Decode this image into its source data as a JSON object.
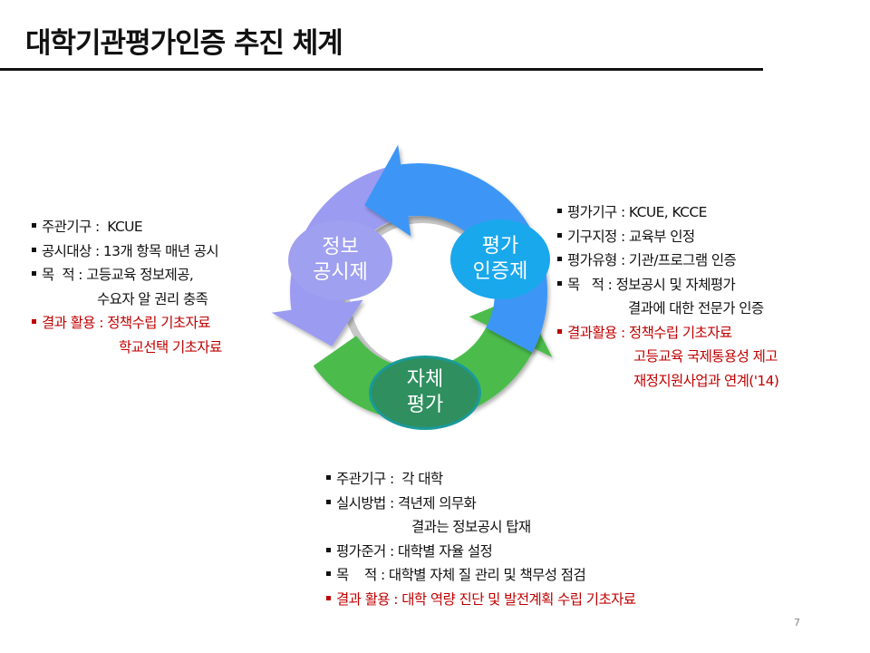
{
  "title": "대학기관평가인증 추진 체계",
  "colors": {
    "purple": "#9b9bf2",
    "blue": "#3d96f5",
    "green": "#4cbc4c",
    "oval_purple": "#a0a0f0",
    "oval_blue": "#1aa8ec",
    "oval_green": "#2f8f5f",
    "red": "#c00000"
  },
  "diagram": {
    "disclosure": "정보\n공시제",
    "accreditation": "평가\n인증제",
    "self_eval": "자체\n평가"
  },
  "left_block": [
    {
      "text": "주관기구 :  KCUE",
      "bullet": true,
      "red": false
    },
    {
      "text": "공시대상 : 13개 항목 매년 공시",
      "bullet": true,
      "red": false
    },
    {
      "text": "목  적 : 고등교육 정보제공,",
      "bullet": true,
      "red": false
    },
    {
      "text": "수요자 알 권리 충족",
      "bullet": false,
      "red": false,
      "indent": 72
    },
    {
      "text": "결과 활용 : 정책수립 기초자료",
      "bullet": true,
      "red": true
    },
    {
      "text": "학교선택 기초자료",
      "bullet": false,
      "red": true,
      "indent": 96
    }
  ],
  "right_block": [
    {
      "text": "평가기구 : KCUE, KCCE",
      "bullet": true,
      "red": false
    },
    {
      "text": "기구지정 : 교육부 인정",
      "bullet": true,
      "red": false
    },
    {
      "text": "평가유형 : 기관/프로그램 인증",
      "bullet": true,
      "red": false
    },
    {
      "text": "목   적 : 정보공시 및 자체평가",
      "bullet": true,
      "red": false
    },
    {
      "text": "결과에 대한 전문가 인증",
      "bullet": false,
      "red": false,
      "indent": 78
    },
    {
      "text": "결과활용 : 정책수립 기초자료",
      "bullet": true,
      "red": true
    },
    {
      "text": "고등교육 국제통용성 제고",
      "bullet": false,
      "red": true,
      "indent": 84
    },
    {
      "text": "재정지원사업과 연계('14)",
      "bullet": false,
      "red": true,
      "indent": 84
    }
  ],
  "bottom_block": [
    {
      "text": "주관기구 :  각 대학",
      "bullet": true,
      "red": false
    },
    {
      "text": "실시방법 : 격년제 의무화",
      "bullet": true,
      "red": false
    },
    {
      "text": "결과는 정보공시 탑재",
      "bullet": false,
      "red": false,
      "indent": 94
    },
    {
      "text": "평가준거 : 대학별 자율 설정",
      "bullet": true,
      "red": false
    },
    {
      "text": "목    적 : 대학별 자체 질 관리 및 책무성 점검",
      "bullet": true,
      "red": false
    },
    {
      "text": "결과 활용 : 대학 역량 진단 및 발전계획 수립 기초자료",
      "bullet": true,
      "red": true
    }
  ],
  "page_number": "7"
}
